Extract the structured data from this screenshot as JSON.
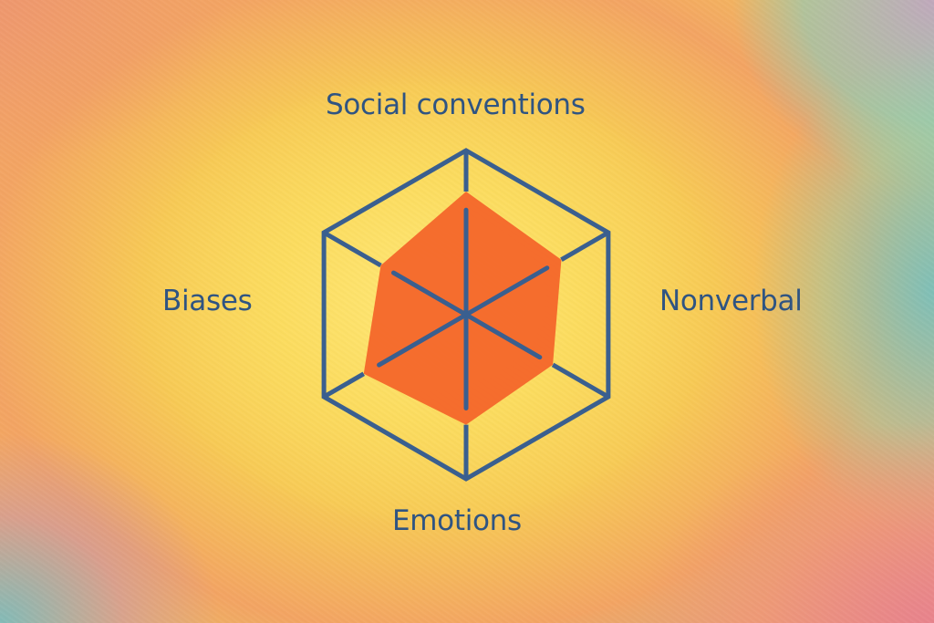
{
  "chart_data": {
    "type": "radar",
    "title": "",
    "axes_count": 6,
    "labels": {
      "top": "Social conventions",
      "right": "Nonverbal",
      "bottom": "Emotions",
      "left": "Biases"
    },
    "axes": [
      {
        "position": "top",
        "angle_deg": -90,
        "value": 0.75
      },
      {
        "position": "upper-right",
        "angle_deg": -30,
        "value": 0.67
      },
      {
        "position": "lower-right",
        "angle_deg": 30,
        "value": 0.61
      },
      {
        "position": "bottom",
        "angle_deg": 90,
        "value": 0.67
      },
      {
        "position": "lower-left",
        "angle_deg": 150,
        "value": 0.72
      },
      {
        "position": "upper-left",
        "angle_deg": 210,
        "value": 0.6
      }
    ],
    "range": [
      0,
      1
    ],
    "grid": "single outer hexagon",
    "legend": "none"
  },
  "colors": {
    "grid_stroke": "#3a5f8f",
    "fill": "#f4662a",
    "label": "#2f5482"
  }
}
